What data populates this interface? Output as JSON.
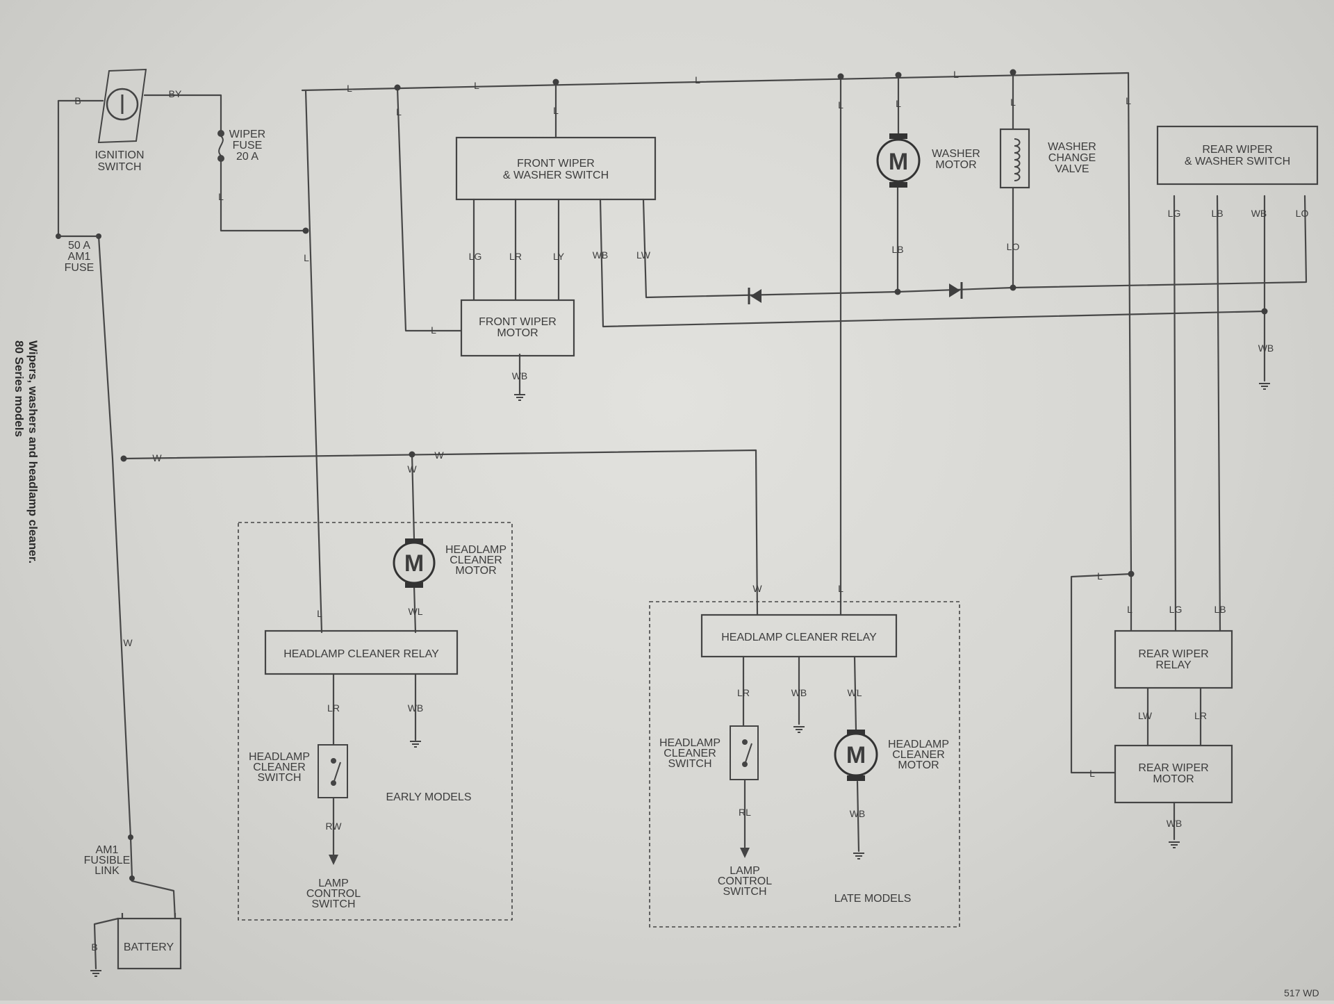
{
  "page": {
    "side_title_1": "Wipers, washers and headlamp cleaner.",
    "side_title_2": "80 Series models",
    "page_ref": "517 WD"
  },
  "components": {
    "ignition_switch": [
      "IGNITION",
      "SWITCH"
    ],
    "wiper_fuse": [
      "WIPER",
      "FUSE",
      "20 A"
    ],
    "am1_fuse": [
      "50 A",
      "AM1",
      "FUSE"
    ],
    "front_switch": [
      "FRONT WIPER",
      "& WASHER SWITCH"
    ],
    "front_motor": [
      "FRONT WIPER",
      "MOTOR"
    ],
    "washer_motor": [
      "WASHER",
      "MOTOR"
    ],
    "washer_valve": [
      "WASHER",
      "CHANGE",
      "VALVE"
    ],
    "rear_switch": [
      "REAR WIPER",
      "& WASHER SWITCH"
    ],
    "rear_relay": [
      "REAR WIPER",
      "RELAY"
    ],
    "rear_motor": [
      "REAR WIPER",
      "MOTOR"
    ],
    "early_relay": "HEADLAMP CLEANER RELAY",
    "early_motor": [
      "HEADLAMP",
      "CLEANER",
      "MOTOR"
    ],
    "early_switch": [
      "HEADLAMP",
      "CLEANER",
      "SWITCH"
    ],
    "early_lamp": [
      "LAMP",
      "CONTROL",
      "SWITCH"
    ],
    "early_models": "EARLY MODELS",
    "late_relay": "HEADLAMP CLEANER RELAY",
    "late_motor": [
      "HEADLAMP",
      "CLEANER",
      "MOTOR"
    ],
    "late_switch": [
      "HEADLAMP",
      "CLEANER",
      "SWITCH"
    ],
    "late_lamp": [
      "LAMP",
      "CONTROL",
      "SWITCH"
    ],
    "late_models": "LATE MODELS",
    "am1_link": [
      "AM1",
      "FUSIBLE",
      "LINK"
    ],
    "battery": "BATTERY",
    "motor_symbol": "M"
  },
  "wires": {
    "b1": "B",
    "by": "BY",
    "l_fuse": "L",
    "l_top1": "L",
    "l_top2": "L",
    "l_top3": "L",
    "l_top4": "L",
    "l_d1": "L",
    "l_d2": "L",
    "l_d3": "L",
    "l_d4": "L",
    "l_d5": "L",
    "l_d6": "L",
    "l_feed": "L",
    "l_motor": "L",
    "f_lg": "LG",
    "f_lr": "LR",
    "f_ly": "LY",
    "f_wb": "WB",
    "f_lw": "LW",
    "wm_lb": "LB",
    "wv_lo": "LO",
    "r_lg": "LG",
    "r_lb": "LB",
    "r_wb": "WB",
    "r_lo": "LO",
    "fm_wb": "WB",
    "rwb_gnd": "WB",
    "w1": "W",
    "w2": "W",
    "w3": "W",
    "w4": "W",
    "w5": "W",
    "e_l": "L",
    "e_wl": "WL",
    "e_lr": "LR",
    "e_wb": "WB",
    "e_rw": "RW",
    "la_l": "L",
    "la_lr": "LR",
    "la_wb": "WB",
    "la_wl": "WL",
    "la_rl": "RL",
    "la_wb2": "WB",
    "rl_l": "L",
    "rl_lg": "LG",
    "rl_lb": "LB",
    "rl_lw": "LW",
    "rl_lr": "LR",
    "rl_l2": "L",
    "rm_wb": "WB",
    "bat_b": "B"
  }
}
